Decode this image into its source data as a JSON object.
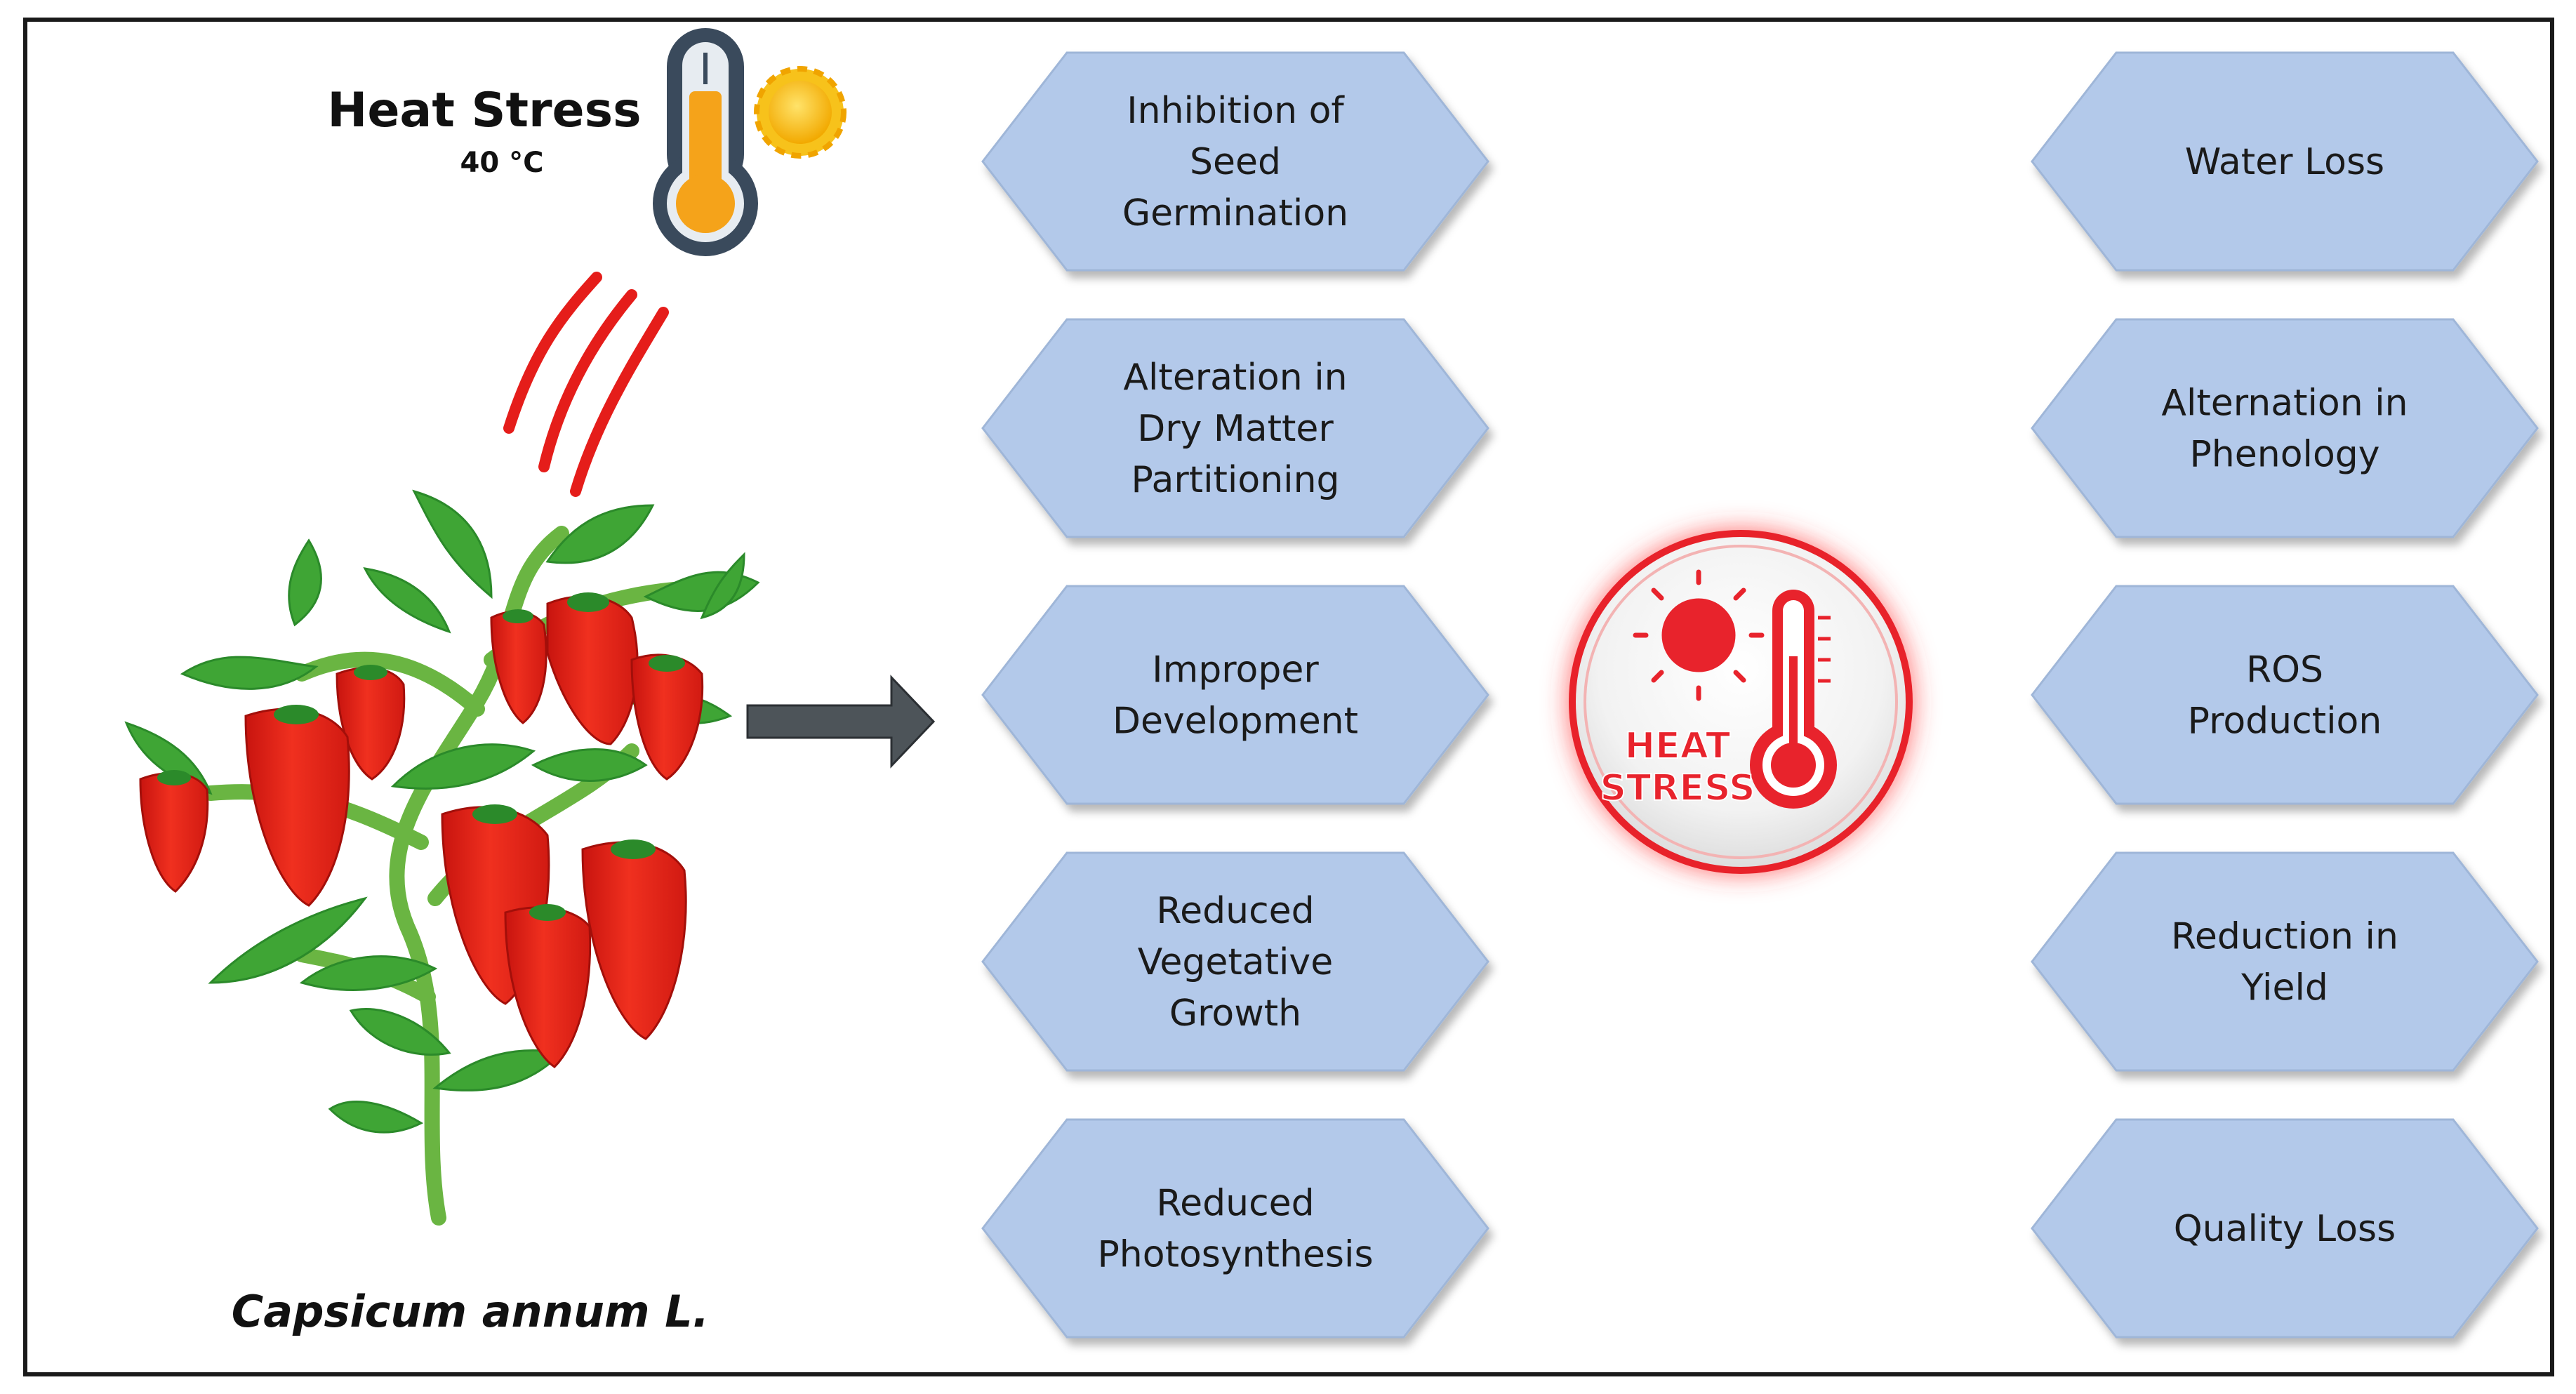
{
  "heat_label": {
    "title": "Heat Stress",
    "temperature": "40 °C"
  },
  "plant_label": "Capsicum annum L.",
  "center_badge": {
    "line1": "HEAT",
    "line2": "STRESS"
  },
  "left_effects": [
    {
      "lines": [
        "Inhibition of",
        "Seed",
        "Germination"
      ]
    },
    {
      "lines": [
        "Alteration in",
        "Dry Matter",
        "Partitioning"
      ]
    },
    {
      "lines": [
        "Improper",
        "Development"
      ]
    },
    {
      "lines": [
        "Reduced",
        "Vegetative",
        "Growth"
      ]
    },
    {
      "lines": [
        "Reduced",
        "Photosynthesis"
      ]
    }
  ],
  "right_effects": [
    {
      "lines": [
        "Water Loss"
      ]
    },
    {
      "lines": [
        "Alternation in",
        "Phenology"
      ]
    },
    {
      "lines": [
        "ROS",
        "Production"
      ]
    },
    {
      "lines": [
        "Reduction in",
        "Yield"
      ]
    },
    {
      "lines": [
        "Quality Loss"
      ]
    }
  ],
  "colors": {
    "hexagon_fill": "#b3c9ea",
    "hexagon_stroke": "#9fb6d8",
    "text": "#1a1a1a",
    "pepper_red": "#e8231c",
    "leaf_green": "#3fa535",
    "stem_green": "#6ab542",
    "heat_waves": "#e51d1a",
    "arrow": "#4d5459",
    "thermometer_fill": "#f5a31a",
    "thermometer_body": "#3a4a5c",
    "sun": "#f7c21b",
    "badge_red": "#e8232c",
    "border": "#1a1a1a"
  }
}
